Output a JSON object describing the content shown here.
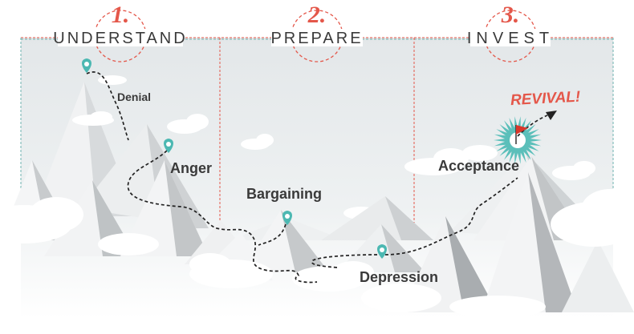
{
  "steps": [
    {
      "number": "1.",
      "title": "UNDERSTAND"
    },
    {
      "number": "2.",
      "title": "PREPARE"
    },
    {
      "number": "3.",
      "title": "INVEST"
    }
  ],
  "stages": {
    "denial": "Denial",
    "anger": "Anger",
    "bargaining": "Bargaining",
    "depression": "Depression",
    "acceptance": "Acceptance"
  },
  "revival": "REVIVAL!",
  "colors": {
    "accent_red": "#e4574a",
    "marker_teal": "#4cb8b2",
    "guide_teal": "#6fb3b0",
    "text_dark": "#3a3a3a",
    "flag_red": "#d9372b",
    "burst_teal": "#5bbfba",
    "sky": "#eef1f2"
  },
  "icons": {
    "marker": "map-pin-icon",
    "flag": "flag-icon"
  }
}
